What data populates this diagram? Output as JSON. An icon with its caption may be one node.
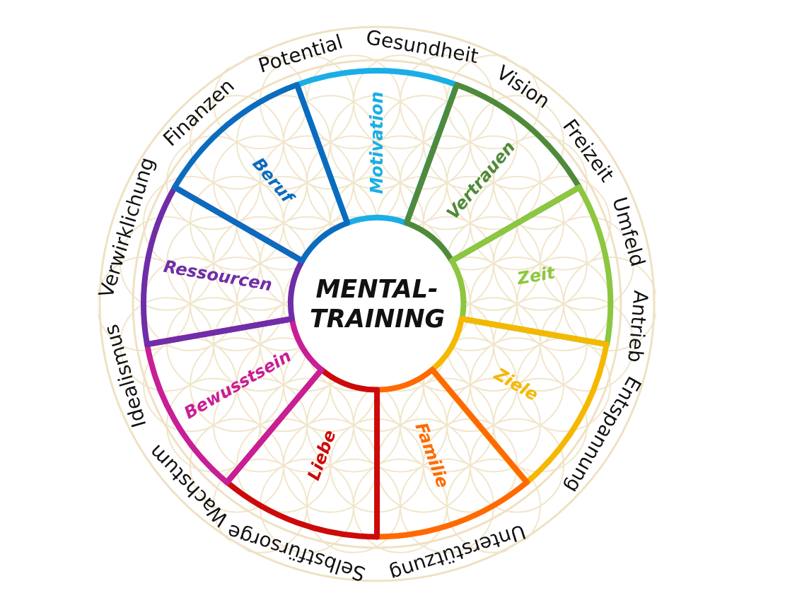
{
  "diagram": {
    "nodes": [
      {
        "text": [
          "MENTAL- TRAINING"
        ]
      },
      {
        "text": [
          "Motivation"
        ]
      },
      {
        "text": [
          "Vertrauen"
        ]
      },
      {
        "text": [
          "Zeit"
        ]
      },
      {
        "text": [
          "Ziele"
        ]
      },
      {
        "text": [
          "Familie"
        ]
      },
      {
        "text": [
          "Liebe"
        ]
      },
      {
        "text": [
          "Bewusstsein"
        ]
      },
      {
        "text": [
          "Ressourcen"
        ]
      },
      {
        "text": [
          "Beruf"
        ]
      }
    ],
    "edges": [],
    "labels": [
      "Gesundheit",
      "Vision",
      "Freizeit",
      "Umfeld",
      "Antrieb",
      "Entspannung",
      "Unterstützung",
      "Selbstfürsorge",
      "Wachstum",
      "Idealismus",
      "Verwirklichung",
      "Finanzen",
      "Potential"
    ]
  }
}
